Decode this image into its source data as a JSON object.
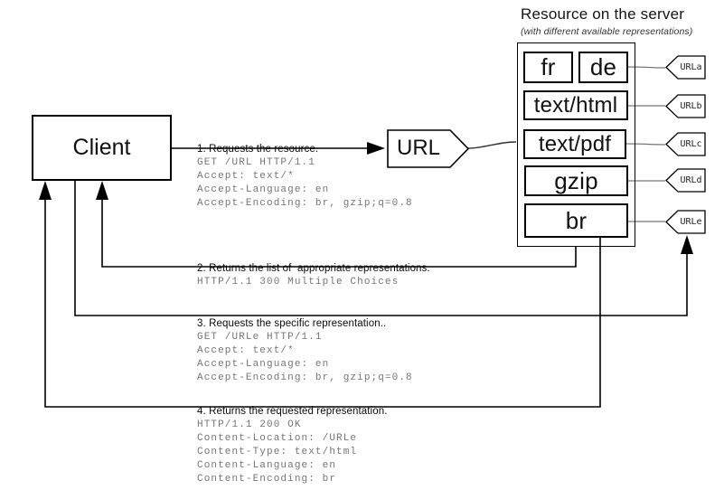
{
  "header": {
    "title": "Resource on the server",
    "subtitle": "(with different available representations)"
  },
  "client": {
    "label": "Client"
  },
  "url_tag": {
    "label": "URL"
  },
  "server": {
    "rows": [
      {
        "boxes": [
          "fr",
          "de"
        ],
        "tag": "URLa"
      },
      {
        "boxes": [
          "text/html"
        ],
        "tag": "URLb"
      },
      {
        "boxes": [
          "text/pdf"
        ],
        "tag": "URLc"
      },
      {
        "boxes": [
          "gzip"
        ],
        "tag": "URLd"
      },
      {
        "boxes": [
          "br"
        ],
        "tag": "URLe"
      }
    ]
  },
  "messages": [
    {
      "label": "1. Requests the resource.",
      "lines": [
        "GET /URL HTTP/1.1",
        "Accept: text/*",
        "Accept-Language: en",
        "Accept-Encoding: br, gzip;q=0.8"
      ]
    },
    {
      "label": "2. Returns the list of  appropriate representations.",
      "lines": [
        "HTTP/1.1 300 Multiple Choices"
      ]
    },
    {
      "label": "3. Requests the specific representation..",
      "lines": [
        "GET /URLe HTTP/1.1",
        "Accept: text/*",
        "Accept-Language: en",
        "Accept-Encoding: br, gzip;q=0.8"
      ]
    },
    {
      "label": "4. Returns the requested representation.",
      "lines": [
        "HTTP/1.1 200 OK",
        "Content-Location: /URLe",
        "Content-Type: text/html",
        "Content-Language: en",
        "Content-Encoding: br"
      ]
    }
  ],
  "colors": {
    "background": "#ffffff",
    "line": "#000000",
    "http_text": "#757575",
    "connector": "#777777"
  }
}
